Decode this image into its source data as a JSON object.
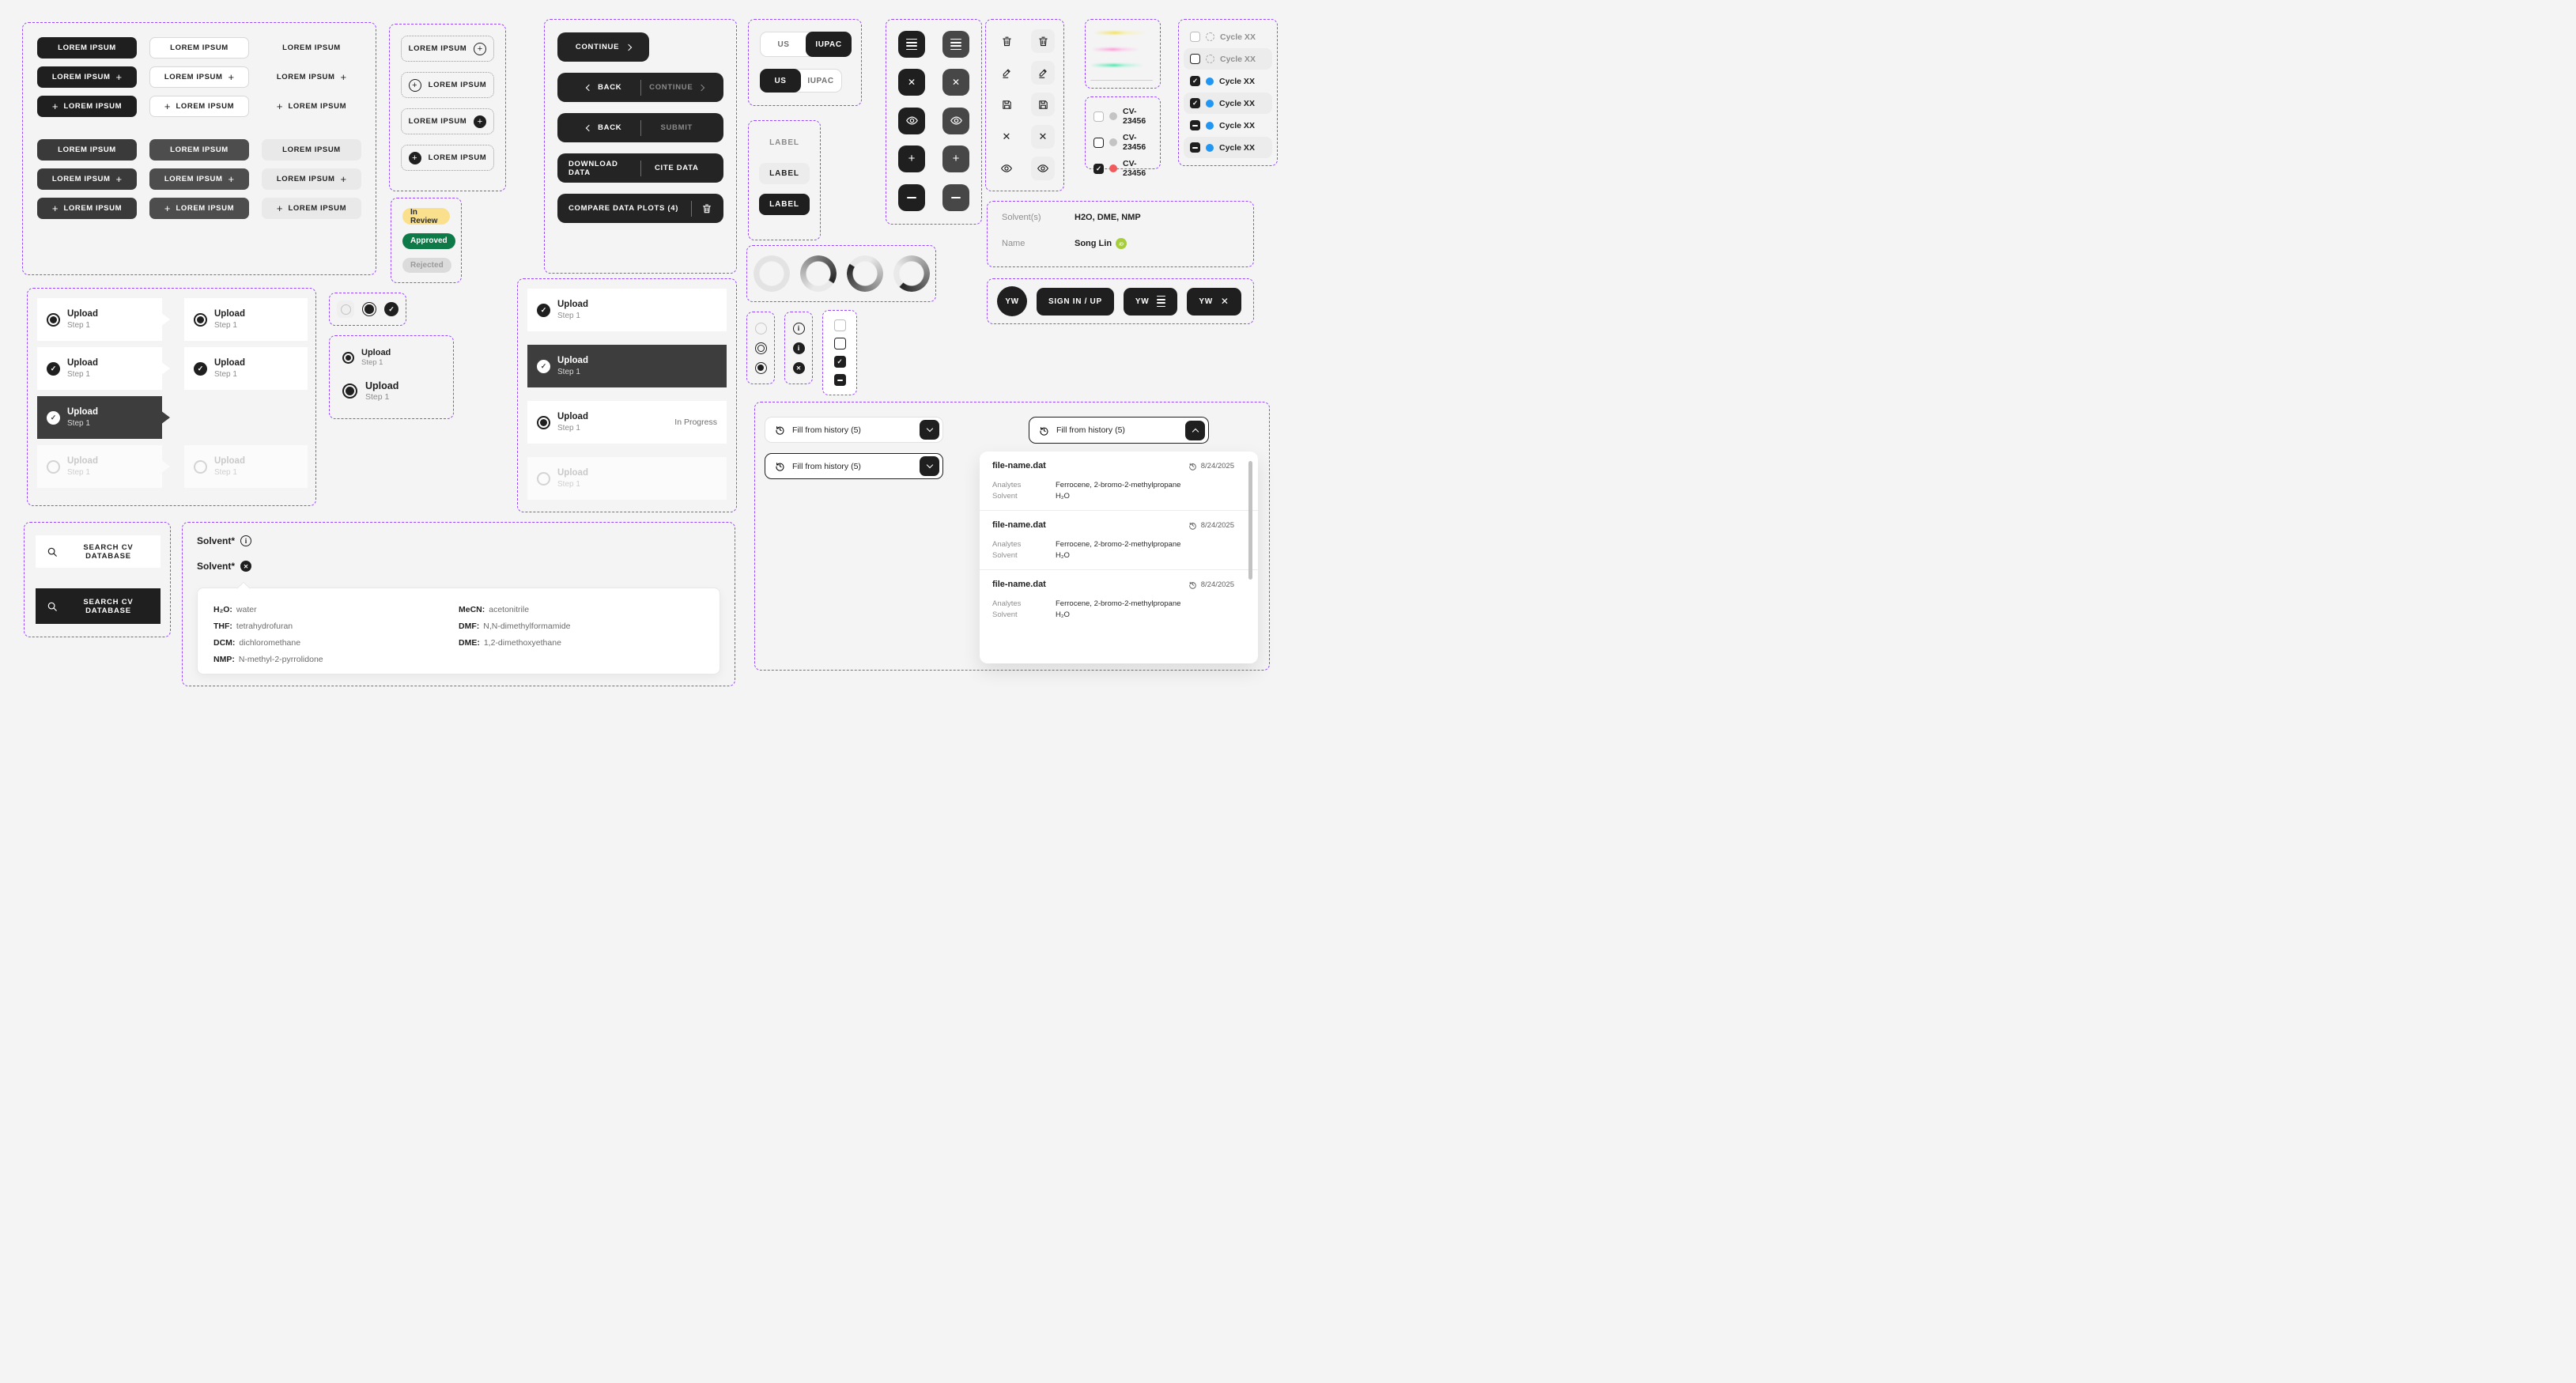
{
  "icons": {
    "plus": "+",
    "check": "✓",
    "close": "✕",
    "info": "i"
  },
  "buttons": {
    "lorem": "LOREM IPSUM"
  },
  "wizard": {
    "continue": "CONTINUE",
    "back": "BACK",
    "submit": "SUBMIT",
    "download": "DOWNLOAD DATA",
    "cite": "CITE DATA",
    "compare": "COMPARE DATA PLOTS (4)"
  },
  "toggle": {
    "us": "US",
    "iupac": "IUPAC"
  },
  "label_chip": "LABEL",
  "badges": {
    "in_review": "In Review",
    "approved": "Approved",
    "rejected": "Rejected"
  },
  "checkbox_lists": {
    "cv": "CV-23456",
    "cycle": "Cycle XX"
  },
  "stepper": {
    "title": "Upload",
    "step": "Step 1",
    "in_progress": "In Progress"
  },
  "search": {
    "label": "SEARCH CV DATABASE"
  },
  "account": {
    "initials": "YW",
    "sign_in": "SIGN IN / UP"
  },
  "solvent_summary": {
    "solvents_label": "Solvent(s)",
    "solvents_value": "H2O, DME, NMP",
    "name_label": "Name",
    "name_value": "Song Lin"
  },
  "solvent_form": {
    "field_label": "Solvent*",
    "glossary_left": [
      {
        "abbr": "H₂O:",
        "name": "water"
      },
      {
        "abbr": "THF:",
        "name": "tetrahydrofuran"
      },
      {
        "abbr": "DCM:",
        "name": "dichloromethane"
      },
      {
        "abbr": "NMP:",
        "name": "N-methyl-2-pyrrolidone"
      }
    ],
    "glossary_right": [
      {
        "abbr": "MeCN:",
        "name": "acetonitrile"
      },
      {
        "abbr": "DMF:",
        "name": "N,N-dimethylformamide"
      },
      {
        "abbr": "DME:",
        "name": "1,2-dimethoxyethane"
      }
    ]
  },
  "history": {
    "dropdown_label": "Fill from history (5)",
    "entries": [
      {
        "file": "file-name.dat",
        "date": "8/24/2025",
        "analytes_label": "Analytes",
        "analytes": "Ferrocene, 2-bromo-2-methylpropane",
        "solvent_label": "Solvent",
        "solvent": "H₂O"
      },
      {
        "file": "file-name.dat",
        "date": "8/24/2025",
        "analytes_label": "Analytes",
        "analytes": "Ferrocene, 2-bromo-2-methylpropane",
        "solvent_label": "Solvent",
        "solvent": "H₂O"
      },
      {
        "file": "file-name.dat",
        "date": "8/24/2025",
        "analytes_label": "Analytes",
        "analytes": "Ferrocene, 2-bromo-2-methylpropane",
        "solvent_label": "Solvent",
        "solvent": "H₂O"
      }
    ]
  },
  "colors": {
    "accent_purple": "#9747FF",
    "badge_yellow": "#FAE08C",
    "badge_green": "#0E7A48",
    "dot_blue": "#2196F3",
    "dot_red": "#F15B5B",
    "orcid_green": "#A6CE39",
    "line_yellow": "#F2DE3A",
    "line_pink": "#FF8AD2",
    "line_teal": "#2FE3A0"
  }
}
